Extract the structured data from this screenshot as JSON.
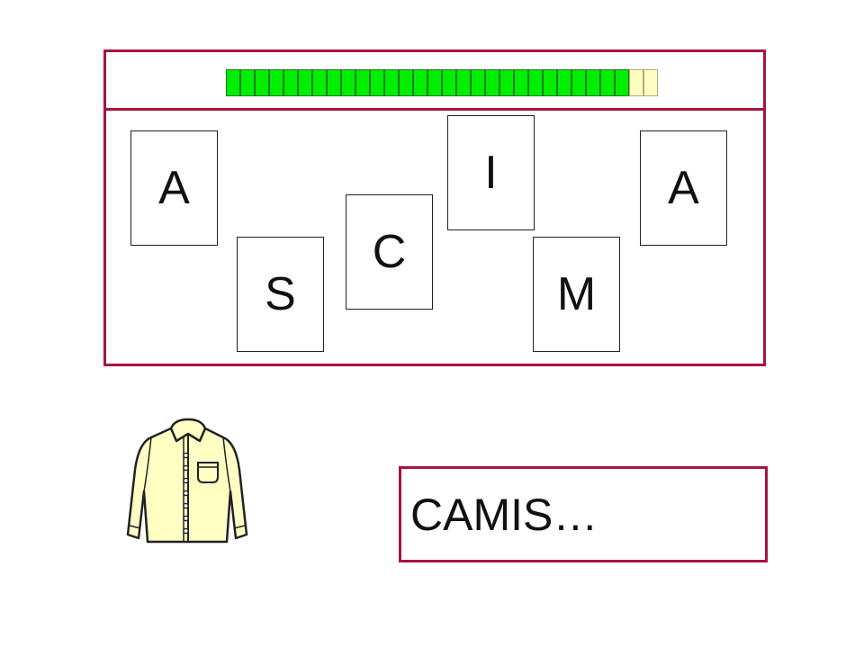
{
  "progress": {
    "total": 30,
    "filled": 28,
    "fill_color": "#00ee00",
    "empty_color": "#ffffc0"
  },
  "letters": [
    {
      "id": "a1",
      "letter": "A"
    },
    {
      "id": "s",
      "letter": "S"
    },
    {
      "id": "c",
      "letter": "C"
    },
    {
      "id": "i",
      "letter": "I"
    },
    {
      "id": "m",
      "letter": "M"
    },
    {
      "id": "a2",
      "letter": "A"
    }
  ],
  "picture": {
    "icon": "shirt-icon"
  },
  "answer": {
    "text": "CAMIS…"
  },
  "colors": {
    "frame": "#a8143c"
  }
}
